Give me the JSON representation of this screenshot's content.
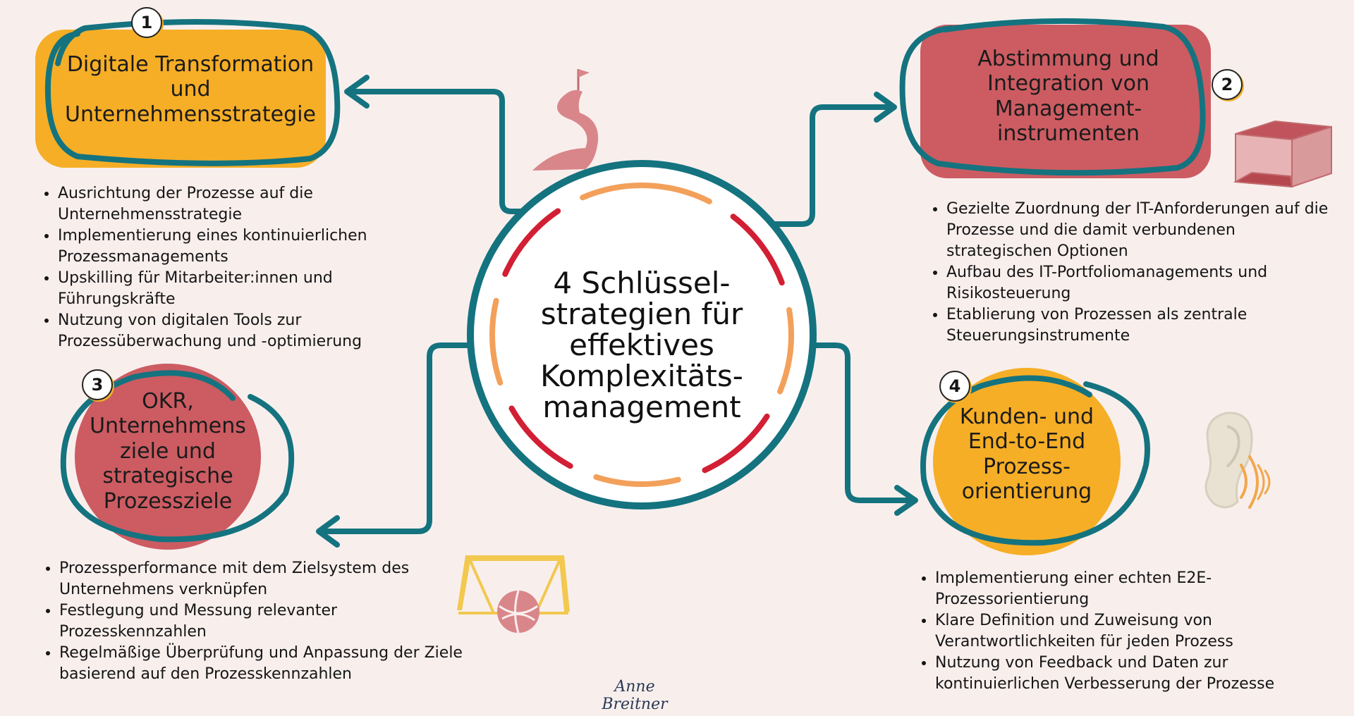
{
  "center": {
    "title": "4 Schlüssel-\nstrategien für\neffektives\nKomplexitäts-\nmanagement"
  },
  "colors": {
    "teal": "#14737f",
    "yellow": "#f6ae27",
    "red": "#cc5c62",
    "dash_red": "#d21f35",
    "dash_orange": "#f3a05b"
  },
  "nodes": [
    {
      "number": "1",
      "title": "Digitale Transformation\nund\nUnternehmensstrategie",
      "bullets": [
        "Ausrichtung der Prozesse auf die Unternehmensstrategie",
        "Implementierung eines kontinuierlichen Prozessmanagements",
        "Upskilling für Mitarbeiter:innen und Führungskräfte",
        "Nutzung von digitalen Tools zur Prozessüberwachung und -optimierung"
      ],
      "icon": "winding-road-flag-icon"
    },
    {
      "number": "2",
      "title": "Abstimmung und\nIntegration von\nManagement-\ninstrumenten",
      "bullets": [
        "Gezielte Zuordnung der IT-Anforderungen auf die Prozesse und die damit verbundenen strategischen Optionen",
        "Aufbau des IT-Portfoliomanagements und Risikosteuerung",
        "Etablierung von Prozessen als zentrale Steuerungsinstrumente"
      ],
      "icon": "cube-icon"
    },
    {
      "number": "3",
      "title": "OKR,\nUnternehmens\nziele und\nstrategische\nProzessziele",
      "bullets": [
        "Prozessperformance mit dem Zielsystem des Unternehmens verknüpfen",
        "Festlegung und Messung relevanter Prozesskennzahlen",
        "Regelmäßige Überprüfung und Anpassung der Ziele basierend auf den Prozesskennzahlen"
      ],
      "icon": "goal-ball-icon"
    },
    {
      "number": "4",
      "title": "Kunden- und\nEnd-to-End\nProzess-\norientierung",
      "bullets": [
        "Implementierung einer echten E2E-Prozessorientierung",
        "Klare Definition und Zuweisung von Verantwortlichkeiten für jeden Prozess",
        "Nutzung von Feedback und Daten zur kontinuierlichen Verbesserung der Prozesse"
      ],
      "icon": "ear-listening-icon"
    }
  ],
  "signature": "Anne Breitner"
}
